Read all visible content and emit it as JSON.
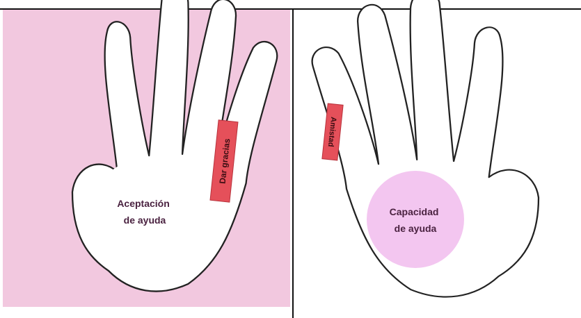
{
  "colors": {
    "left_panel_bg": "#f2c8df",
    "right_panel_bg": "#ffffff",
    "hand_fill": "#ffffff",
    "hand_outline": "#222222",
    "finger_label_bg": "#e5505a",
    "finger_label_border": "#b8323c",
    "left_circle_fill": "#ffffff",
    "right_circle_fill": "#f3c6f0",
    "circle_text": "#4a2240",
    "divider": "#111111"
  },
  "left_panel": {
    "center_lines": [
      "Aceptación",
      "de ayuda"
    ],
    "finger_label": "Dar gracias"
  },
  "right_panel": {
    "center_lines": [
      "Capacidad",
      "de ayuda"
    ],
    "finger_label": "Amistad"
  }
}
